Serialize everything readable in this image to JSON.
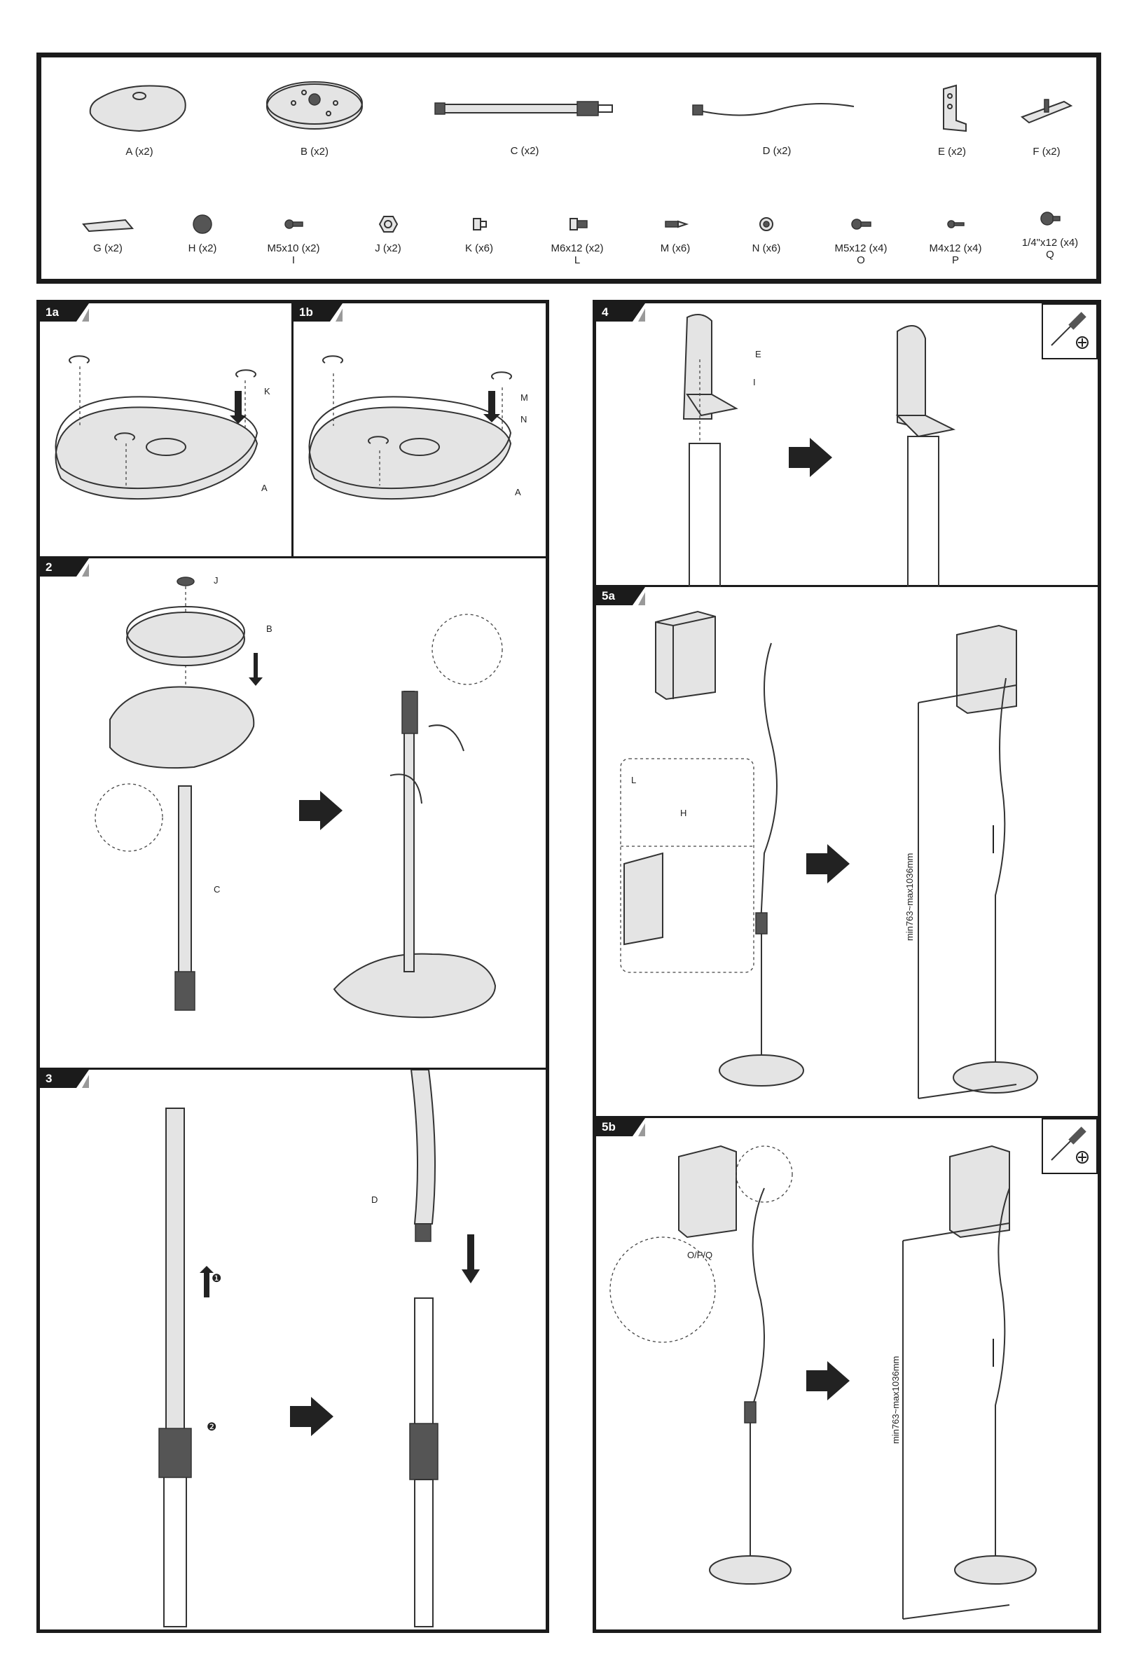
{
  "parts": [
    {
      "caption": "A (x2)",
      "icon": "base-plate-icon"
    },
    {
      "caption": "B (x2)",
      "icon": "weight-disc-icon"
    },
    {
      "caption": "C (x2)",
      "icon": "lower-tube-icon"
    },
    {
      "caption": "D (x2)",
      "icon": "bent-upper-tube-icon"
    },
    {
      "caption": "E (x2)",
      "icon": "l-bracket-icon"
    },
    {
      "caption": "F (x2)",
      "icon": "flat-bracket-icon"
    },
    {
      "caption": "G (x2)",
      "icon": "plate-icon"
    },
    {
      "caption": "H (x2)",
      "icon": "knob-icon"
    },
    {
      "caption": "M5x10 (x2)",
      "sub": "I",
      "icon": "screw-icon"
    },
    {
      "caption": "J (x2)",
      "icon": "nut-icon"
    },
    {
      "caption": "K (x6)",
      "icon": "foot-pad-icon"
    },
    {
      "caption": "M6x12 (x2)",
      "sub": "L",
      "icon": "bolt-icon"
    },
    {
      "caption": "M (x6)",
      "icon": "spike-icon"
    },
    {
      "caption": "N (x6)",
      "icon": "washer-icon"
    },
    {
      "caption": "M5x12 (x4)",
      "sub": "O",
      "icon": "screw-icon"
    },
    {
      "caption": "M4x12 (x4)",
      "sub": "P",
      "icon": "screw-icon"
    },
    {
      "caption": "1/4\"x12 (x4)",
      "sub": "Q",
      "icon": "screw-icon"
    }
  ],
  "steps": {
    "s1a": {
      "tag": "1a",
      "labels": {
        "k": "K",
        "a": "A"
      }
    },
    "s1b": {
      "tag": "1b",
      "labels": {
        "m": "M",
        "n": "N",
        "a": "A"
      }
    },
    "s2": {
      "tag": "2",
      "labels": {
        "j": "J",
        "b": "B",
        "c": "C"
      }
    },
    "s3": {
      "tag": "3",
      "labels": {
        "d": "D",
        "n1": "❶",
        "n2": "❷"
      }
    },
    "s4": {
      "tag": "4",
      "labels": {
        "e": "E",
        "i": "I"
      }
    },
    "s5a": {
      "tag": "5a",
      "labels": {
        "l": "L",
        "h": "H",
        "height": "min763~max1036mm"
      }
    },
    "s5b": {
      "tag": "5b",
      "labels": {
        "opq": "O/P/Q",
        "height": "min763~max1036mm"
      }
    }
  }
}
